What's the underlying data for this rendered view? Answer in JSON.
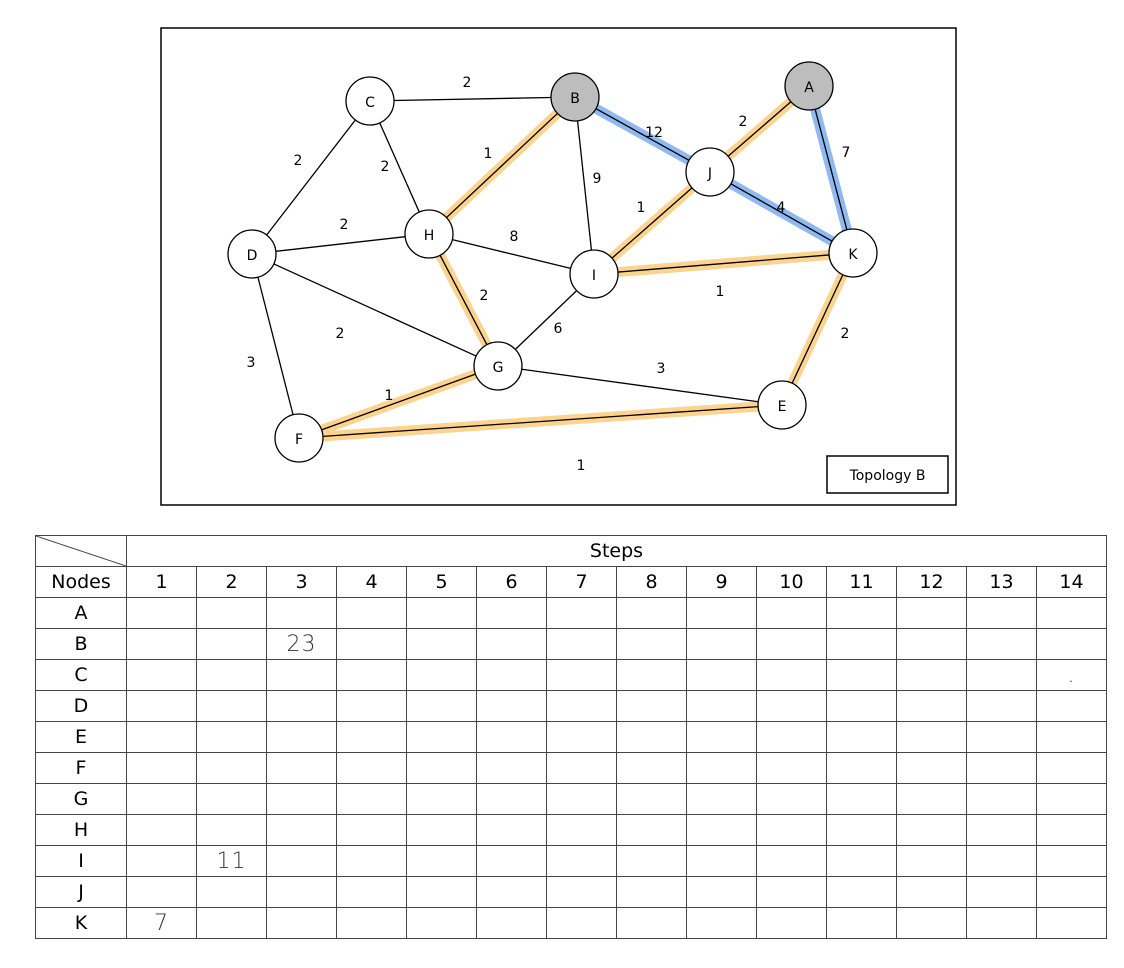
{
  "legend": {
    "label": "Topology B"
  },
  "nodes": [
    {
      "id": "A",
      "label": "A",
      "fill": "#bdbdbd"
    },
    {
      "id": "B",
      "label": "B",
      "fill": "#bdbdbd"
    },
    {
      "id": "C",
      "label": "C",
      "fill": "#ffffff"
    },
    {
      "id": "D",
      "label": "D",
      "fill": "#ffffff"
    },
    {
      "id": "E",
      "label": "E",
      "fill": "#ffffff"
    },
    {
      "id": "F",
      "label": "F",
      "fill": "#ffffff"
    },
    {
      "id": "G",
      "label": "G",
      "fill": "#ffffff"
    },
    {
      "id": "H",
      "label": "H",
      "fill": "#ffffff"
    },
    {
      "id": "I",
      "label": "I",
      "fill": "#ffffff"
    },
    {
      "id": "J",
      "label": "J",
      "fill": "#ffffff"
    },
    {
      "id": "K",
      "label": "K",
      "fill": "#ffffff"
    }
  ],
  "edges": [
    {
      "from": "C",
      "to": "B",
      "weight": "2",
      "highlight": "none"
    },
    {
      "from": "C",
      "to": "D",
      "weight": "2",
      "highlight": "none"
    },
    {
      "from": "C",
      "to": "H",
      "weight": "2",
      "highlight": "none"
    },
    {
      "from": "B",
      "to": "H",
      "weight": "1",
      "highlight": "orange"
    },
    {
      "from": "B",
      "to": "J",
      "weight": "12",
      "highlight": "blue"
    },
    {
      "from": "B",
      "to": "I",
      "weight": "9",
      "highlight": "none"
    },
    {
      "from": "A",
      "to": "J",
      "weight": "2",
      "highlight": "orange"
    },
    {
      "from": "A",
      "to": "K",
      "weight": "7",
      "highlight": "blue"
    },
    {
      "from": "J",
      "to": "I",
      "weight": "1",
      "highlight": "orange"
    },
    {
      "from": "J",
      "to": "K",
      "weight": "4",
      "highlight": "blue"
    },
    {
      "from": "D",
      "to": "H",
      "weight": "2",
      "highlight": "none"
    },
    {
      "from": "H",
      "to": "I",
      "weight": "8",
      "highlight": "none"
    },
    {
      "from": "H",
      "to": "G",
      "weight": "2",
      "highlight": "orange"
    },
    {
      "from": "I",
      "to": "K",
      "weight": "1",
      "highlight": "orange"
    },
    {
      "from": "D",
      "to": "G",
      "weight": "2",
      "highlight": "none"
    },
    {
      "from": "I",
      "to": "G",
      "weight": "6",
      "highlight": "none"
    },
    {
      "from": "D",
      "to": "F",
      "weight": "3",
      "highlight": "none"
    },
    {
      "from": "G",
      "to": "F",
      "weight": "1",
      "highlight": "orange"
    },
    {
      "from": "G",
      "to": "E",
      "weight": "3",
      "highlight": "none"
    },
    {
      "from": "K",
      "to": "E",
      "weight": "2",
      "highlight": "orange"
    },
    {
      "from": "F",
      "to": "E",
      "weight": "1",
      "highlight": "orange"
    }
  ],
  "colors": {
    "orange_highlight": "#fcd38f",
    "blue_highlight": "#8fb9f0",
    "edge": "#000000",
    "frame": "#000000"
  },
  "table": {
    "header": "Steps",
    "nodes_label": "Nodes",
    "steps": [
      "1",
      "2",
      "3",
      "4",
      "5",
      "6",
      "7",
      "8",
      "9",
      "10",
      "11",
      "12",
      "13",
      "14"
    ],
    "rows": [
      {
        "node": "A",
        "cells": [
          "",
          "",
          "",
          "",
          "",
          "",
          "",
          "",
          "",
          "",
          "",
          "",
          "",
          ""
        ]
      },
      {
        "node": "B",
        "cells": [
          "",
          "",
          "23",
          "",
          "",
          "",
          "",
          "",
          "",
          "",
          "",
          "",
          "",
          ""
        ]
      },
      {
        "node": "C",
        "cells": [
          "",
          "",
          "",
          "",
          "",
          "",
          "",
          "",
          "",
          "",
          "",
          "",
          "",
          "."
        ]
      },
      {
        "node": "D",
        "cells": [
          "",
          "",
          "",
          "",
          "",
          "",
          "",
          "",
          "",
          "",
          "",
          "",
          "",
          ""
        ]
      },
      {
        "node": "E",
        "cells": [
          "",
          "",
          "",
          "",
          "",
          "",
          "",
          "",
          "",
          "",
          "",
          "",
          "",
          ""
        ]
      },
      {
        "node": "F",
        "cells": [
          "",
          "",
          "",
          "",
          "",
          "",
          "",
          "",
          "",
          "",
          "",
          "",
          "",
          ""
        ]
      },
      {
        "node": "G",
        "cells": [
          "",
          "",
          "",
          "",
          "",
          "",
          "",
          "",
          "",
          "",
          "",
          "",
          "",
          ""
        ]
      },
      {
        "node": "H",
        "cells": [
          "",
          "",
          "",
          "",
          "",
          "",
          "",
          "",
          "",
          "",
          "",
          "",
          "",
          ""
        ]
      },
      {
        "node": "I",
        "cells": [
          "",
          "11",
          "",
          "",
          "",
          "",
          "",
          "",
          "",
          "",
          "",
          "",
          "",
          ""
        ]
      },
      {
        "node": "J",
        "cells": [
          "",
          "",
          "",
          "",
          "",
          "",
          "",
          "",
          "",
          "",
          "",
          "",
          "",
          ""
        ]
      },
      {
        "node": "K",
        "cells": [
          "7",
          "",
          "",
          "",
          "",
          "",
          "",
          "",
          "",
          "",
          "",
          "",
          "",
          ""
        ]
      }
    ]
  }
}
